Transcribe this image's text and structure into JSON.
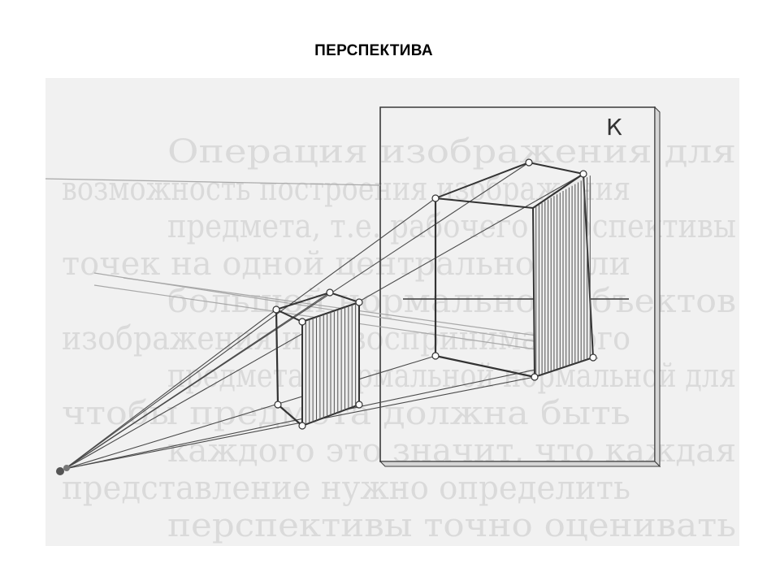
{
  "slide": {
    "title": "ПЕРСПЕКТИВА"
  },
  "figure": {
    "plane_label": "К",
    "faded_text_lines": [
      "Операция изображения для",
      "возможность построения изображения",
      "предмета, т.е. рабочего перспективы",
      "точек на одной центральной или",
      "большой нормальной объектов",
      "изображения или воспринимаемого",
      "предмета, нормальной нормальной для",
      "чтобы предмета должна быть",
      "каждого это значит, что каждая",
      "представление нужно определить",
      "перспективы точно оценивать"
    ],
    "colors": {
      "background": "#f1f1f1",
      "ink": "#3a3a3a",
      "faded_text": "#c9c9c9"
    }
  }
}
